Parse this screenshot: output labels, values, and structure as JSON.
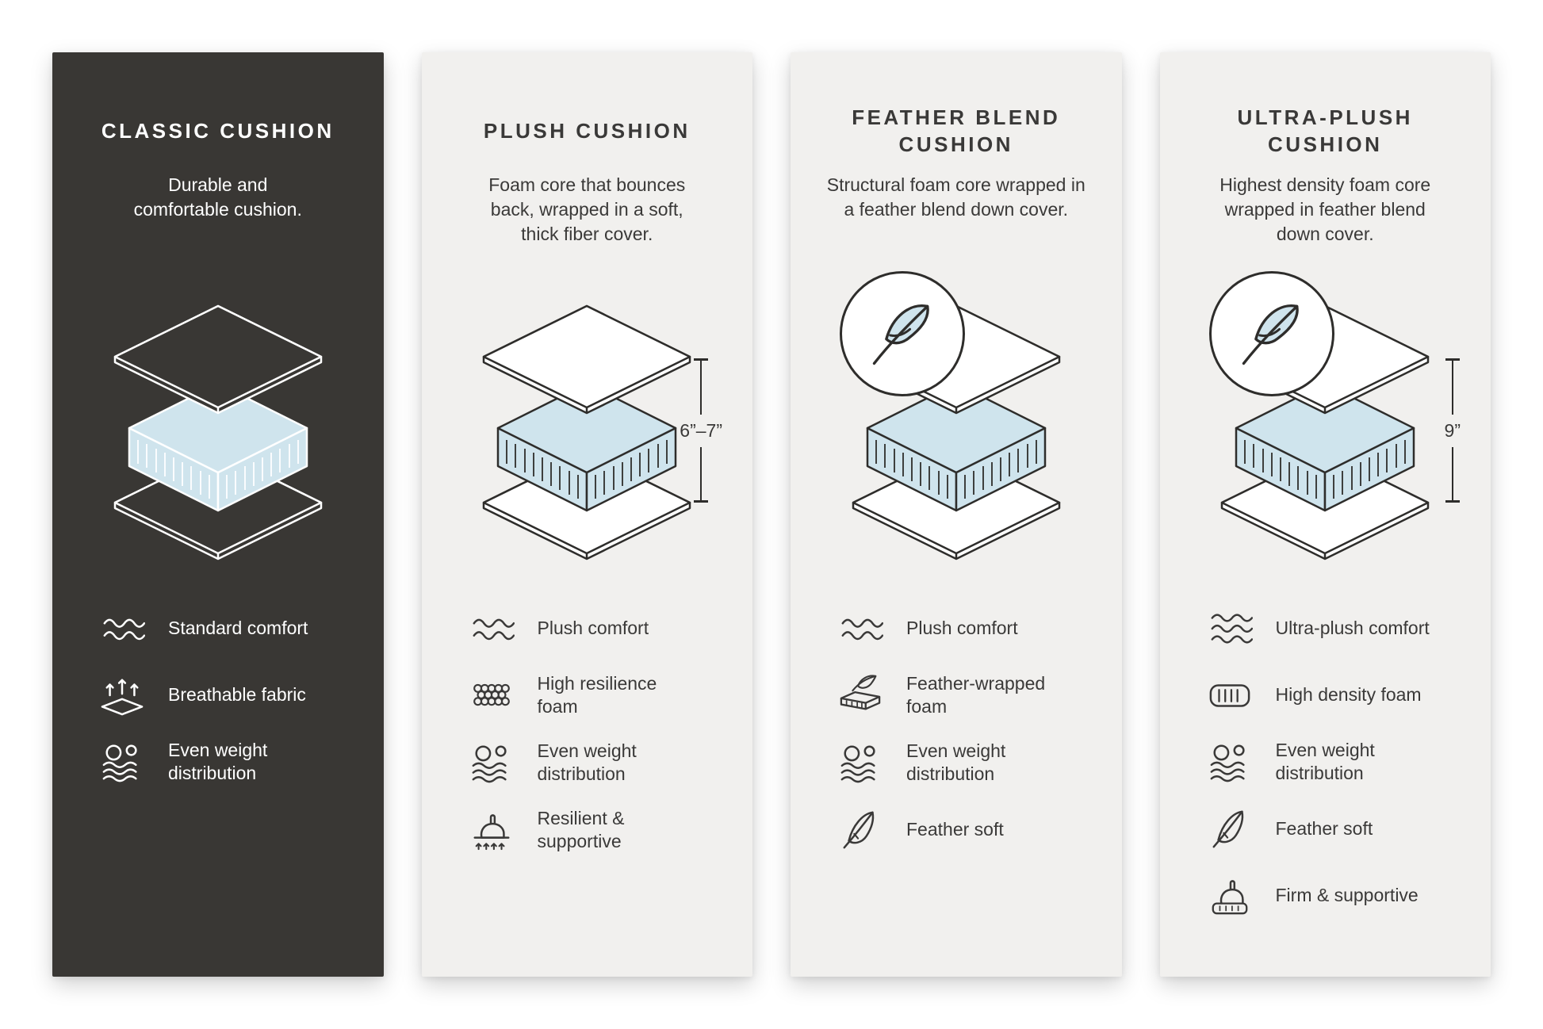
{
  "colors": {
    "page_background": "#ffffff",
    "dark_card_background": "#393734",
    "light_card_background": "#f1f0ee",
    "foam_blue": "#cfe4ed",
    "outline_dark": "#2e2d2b",
    "text_light": "#ffffff",
    "text_dark": "#3a3938"
  },
  "cards": [
    {
      "title": "CLASSIC CUSHION",
      "description": "Durable and\ncomfortable cushion.",
      "theme": "dark",
      "diagram": {
        "type": "layered-cushion",
        "badge": null,
        "height_label": null
      },
      "features": [
        {
          "icon": "waves-icon",
          "label": "Standard comfort"
        },
        {
          "icon": "breathable-fabric-icon",
          "label": "Breathable fabric"
        },
        {
          "icon": "even-weight-icon",
          "label": "Even weight\ndistribution"
        }
      ]
    },
    {
      "title": "PLUSH CUSHION",
      "description": "Foam core that bounces\nback, wrapped in a soft,\nthick fiber cover.",
      "theme": "light",
      "diagram": {
        "type": "layered-cushion",
        "badge": null,
        "height_label": "6”–7”"
      },
      "features": [
        {
          "icon": "waves-icon",
          "label": "Plush comfort"
        },
        {
          "icon": "honeycomb-foam-icon",
          "label": "High resilience\nfoam"
        },
        {
          "icon": "even-weight-icon",
          "label": "Even weight\ndistribution"
        },
        {
          "icon": "pressing-hand-icon",
          "label": "Resilient &\nsupportive"
        }
      ]
    },
    {
      "title": "FEATHER BLEND\nCUSHION",
      "description": "Structural foam core wrapped in\na feather blend down cover.",
      "theme": "light",
      "diagram": {
        "type": "layered-cushion",
        "badge": "feather-badge",
        "height_label": null
      },
      "features": [
        {
          "icon": "waves-icon",
          "label": "Plush comfort"
        },
        {
          "icon": "feather-wrapped-foam-icon",
          "label": "Feather-wrapped\nfoam"
        },
        {
          "icon": "even-weight-icon",
          "label": "Even weight\ndistribution"
        },
        {
          "icon": "feather-icon",
          "label": "Feather soft"
        }
      ]
    },
    {
      "title": "ULTRA-PLUSH\nCUSHION",
      "description": "Highest density foam core\nwrapped in feather blend\ndown cover.",
      "theme": "light",
      "diagram": {
        "type": "layered-cushion",
        "badge": "feather-badge",
        "height_label": "9”"
      },
      "features": [
        {
          "icon": "triple-waves-icon",
          "label": "Ultra-plush comfort"
        },
        {
          "icon": "high-density-foam-icon",
          "label": "High density foam"
        },
        {
          "icon": "even-weight-icon",
          "label": "Even weight\ndistribution"
        },
        {
          "icon": "feather-icon",
          "label": "Feather soft"
        },
        {
          "icon": "firm-hand-icon",
          "label": "Firm & supportive"
        }
      ]
    }
  ]
}
